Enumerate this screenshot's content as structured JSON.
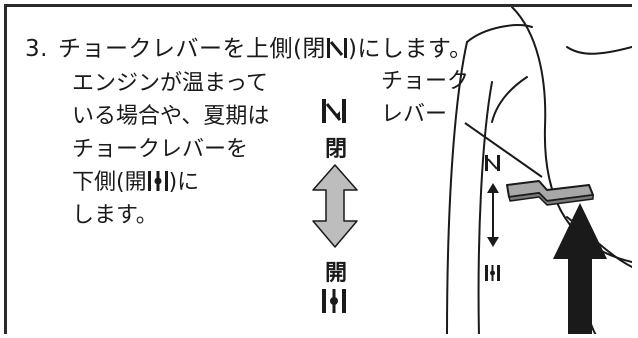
{
  "step": {
    "number": "3.",
    "text_before": "チョークレバーを上側(閉",
    "text_after": ")にします。"
  },
  "note": {
    "lines": [
      "エンジンが温まって",
      "いる場合や、夏期は",
      "チョークレバーを"
    ],
    "line4_before": "下側(開",
    "line4_after": ")に",
    "line5": "します。"
  },
  "lever_label": {
    "lines": [
      "チョーク",
      "レバー"
    ]
  },
  "indicator": {
    "close_label": "閉",
    "open_label": "開"
  },
  "icons": {
    "closed": "choke-closed-icon",
    "open": "choke-open-icon"
  },
  "colors": {
    "ink": "#1a1a1a",
    "arrow_fill": "#bdbdbd",
    "lever_fill": "#a8a8a8",
    "frame": "#2b2b2b"
  }
}
